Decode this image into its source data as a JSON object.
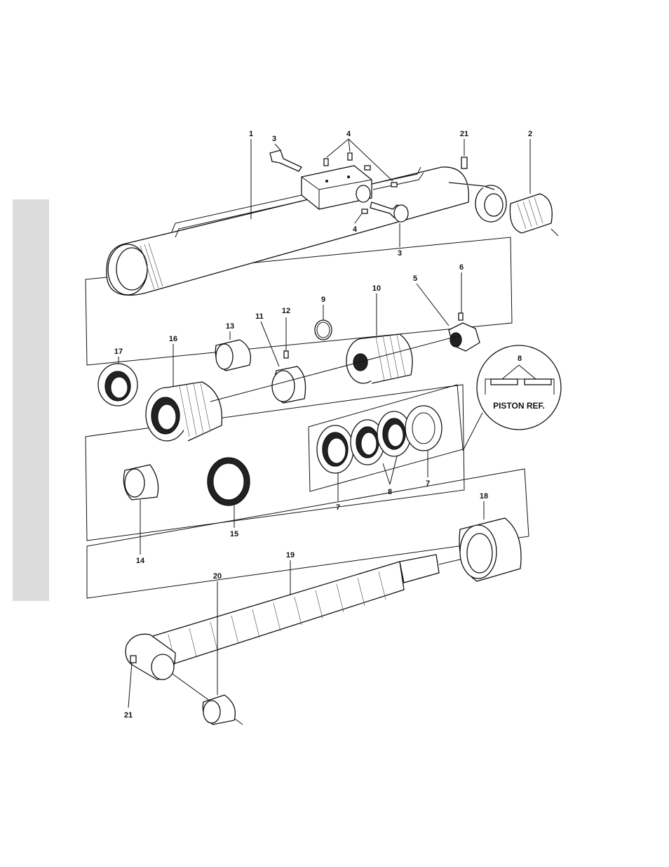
{
  "diagram": {
    "inset_title": "PISTON REF.",
    "callouts": [
      {
        "id": "c1",
        "text": "1"
      },
      {
        "id": "c2",
        "text": "2"
      },
      {
        "id": "c3a",
        "text": "3"
      },
      {
        "id": "c3b",
        "text": "3"
      },
      {
        "id": "c4a",
        "text": "4"
      },
      {
        "id": "c4b",
        "text": "4"
      },
      {
        "id": "c5",
        "text": "5"
      },
      {
        "id": "c6",
        "text": "6"
      },
      {
        "id": "c7a",
        "text": "7"
      },
      {
        "id": "c7b",
        "text": "7"
      },
      {
        "id": "c8a",
        "text": "8"
      },
      {
        "id": "c8b",
        "text": "8"
      },
      {
        "id": "c9",
        "text": "9"
      },
      {
        "id": "c10",
        "text": "10"
      },
      {
        "id": "c11",
        "text": "11"
      },
      {
        "id": "c12",
        "text": "12"
      },
      {
        "id": "c13",
        "text": "13"
      },
      {
        "id": "c14",
        "text": "14"
      },
      {
        "id": "c15",
        "text": "15"
      },
      {
        "id": "c16",
        "text": "16"
      },
      {
        "id": "c17",
        "text": "17"
      },
      {
        "id": "c18",
        "text": "18"
      },
      {
        "id": "c19",
        "text": "19"
      },
      {
        "id": "c20",
        "text": "20"
      },
      {
        "id": "c21a",
        "text": "21"
      },
      {
        "id": "c21b",
        "text": "21"
      }
    ]
  }
}
